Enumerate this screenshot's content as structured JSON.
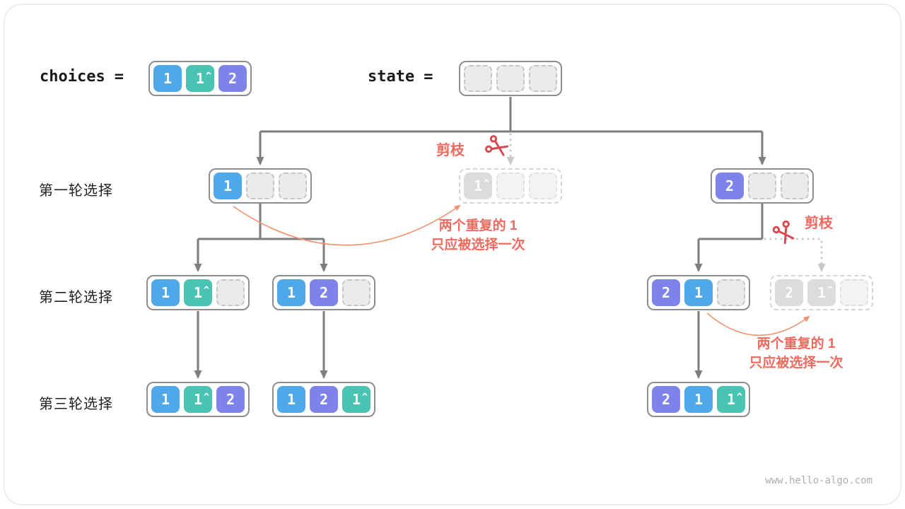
{
  "colors": {
    "blue": "#4fa8e8",
    "teal": "#49c4b2",
    "purple": "#7d83e8",
    "gray": "#dcdcdf",
    "arrow": "#7e7e7e",
    "arrow_pruned": "#c9c9cc",
    "accent_red": "#ee6a5f",
    "curve_orange": "#f2926e",
    "scissors": "#d9484f"
  },
  "icons": {
    "scissors": "✂"
  },
  "header": {
    "choices_label": "choices",
    "state_label": "state",
    "equals": "="
  },
  "row_labels": {
    "round1": "第一轮选择",
    "round2": "第二轮选择",
    "round3": "第三轮选择"
  },
  "prune": {
    "label_top": "剪枝",
    "label_right": "剪枝",
    "note_top_line1": "两个重复的 1",
    "note_top_line2": "只应被选择一次",
    "note_right_line1": "两个重复的 1",
    "note_right_line2": "只应被选择一次"
  },
  "boxes": {
    "choices": {
      "cells": [
        {
          "t": "1",
          "c": "blue"
        },
        {
          "t": "1̂",
          "c": "teal"
        },
        {
          "t": "2",
          "c": "purple"
        }
      ]
    },
    "state": {
      "cells": [
        {
          "t": ""
        },
        {
          "t": ""
        },
        {
          "t": ""
        }
      ]
    },
    "r1_left": {
      "cells": [
        {
          "t": "1",
          "c": "blue"
        },
        {},
        {}
      ]
    },
    "r1_mid_pruned": {
      "cells": [
        {
          "t": "1̂",
          "c": "gray"
        },
        {},
        {}
      ]
    },
    "r1_right": {
      "cells": [
        {
          "t": "2",
          "c": "purple"
        },
        {},
        {}
      ]
    },
    "r2_11": {
      "cells": [
        {
          "t": "1",
          "c": "blue"
        },
        {
          "t": "1̂",
          "c": "teal"
        },
        {}
      ]
    },
    "r2_12": {
      "cells": [
        {
          "t": "1",
          "c": "blue"
        },
        {
          "t": "2",
          "c": "purple"
        },
        {}
      ]
    },
    "r2_21": {
      "cells": [
        {
          "t": "2",
          "c": "purple"
        },
        {
          "t": "1",
          "c": "blue"
        },
        {}
      ]
    },
    "r2_pruned": {
      "cells": [
        {
          "t": "2",
          "c": "gray"
        },
        {
          "t": "1̂",
          "c": "gray"
        },
        {}
      ]
    },
    "r3_112": {
      "cells": [
        {
          "t": "1",
          "c": "blue"
        },
        {
          "t": "1̂",
          "c": "teal"
        },
        {
          "t": "2",
          "c": "purple"
        }
      ]
    },
    "r3_121": {
      "cells": [
        {
          "t": "1",
          "c": "blue"
        },
        {
          "t": "2",
          "c": "purple"
        },
        {
          "t": "1̂",
          "c": "teal"
        }
      ]
    },
    "r3_211": {
      "cells": [
        {
          "t": "2",
          "c": "purple"
        },
        {
          "t": "1",
          "c": "blue"
        },
        {
          "t": "1̂",
          "c": "teal"
        }
      ]
    }
  },
  "watermark": "www.hello-algo.com"
}
